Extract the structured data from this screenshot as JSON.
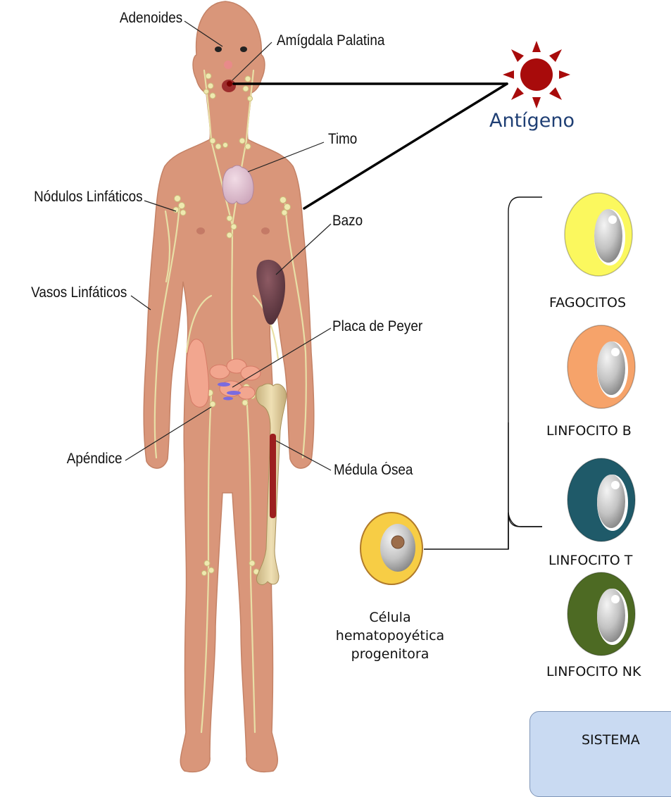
{
  "labels": {
    "adenoides": "Adenoides",
    "amigdala": "Amígdala Palatina",
    "timo": "Timo",
    "nodulos": "Nódulos Linfáticos",
    "bazo": "Bazo",
    "vasos": "Vasos Linfáticos",
    "placa": "Placa de Peyer",
    "apendice": "Apéndice",
    "medula": "Médula Ósea"
  },
  "antigen": {
    "label": "Antígeno",
    "color": "#a80b0b"
  },
  "progenitor": {
    "line1": "Célula",
    "line2": "hematopoyética",
    "line3": "progenitora",
    "color": "#f7cd45"
  },
  "cells": [
    {
      "label": "FAGOCITOS",
      "color": "#fbf85e"
    },
    {
      "label": "LINFOCITO  B",
      "color": "#f6a36a"
    },
    {
      "label": "LINFOCITO  T",
      "color": "#1f5a69"
    },
    {
      "label": "LINFOCITO  NK",
      "color": "#4d6a23"
    }
  ],
  "system_box": {
    "label": "SISTEMA"
  },
  "colors": {
    "skin": "#d9967a",
    "vessel": "#e8dfa6",
    "node": "#efe9b0"
  }
}
